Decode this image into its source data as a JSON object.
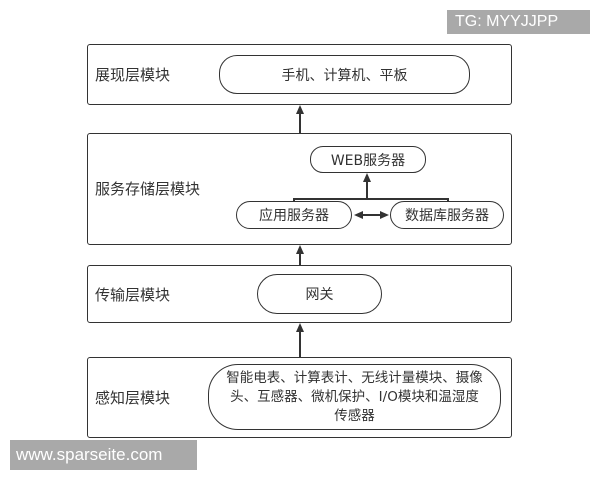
{
  "watermarks": {
    "top_right": "TG: MYYJJPP",
    "bottom_left": "www.sparseite.com"
  },
  "layers": [
    {
      "id": "presentation",
      "label": "展现层模块",
      "nodes": [
        {
          "id": "devices",
          "text": "手机、计算机、平板"
        }
      ]
    },
    {
      "id": "service-storage",
      "label": "服务存储层模块",
      "nodes": [
        {
          "id": "web-server",
          "text": "WEB服务器"
        },
        {
          "id": "app-server",
          "text": "应用服务器"
        },
        {
          "id": "db-server",
          "text": "数据库服务器"
        }
      ]
    },
    {
      "id": "transport",
      "label": "传输层模块",
      "nodes": [
        {
          "id": "gateway",
          "text": "网关"
        }
      ]
    },
    {
      "id": "perception",
      "label": "感知层模块",
      "nodes": [
        {
          "id": "sensors",
          "text": "智能电表、计算表计、无线计量模块、摄像头、互感器、微机保护、I/O模块和温湿度传感器",
          "lines": [
            "智能电表、计算表计、无线计量模块、摄像",
            "头、互感器、微机保护、I/O模块和温湿度",
            "传感器"
          ]
        }
      ]
    }
  ],
  "edges": [
    {
      "from": "sensors",
      "to": "gateway",
      "type": "arrow"
    },
    {
      "from": "gateway",
      "to": "service-storage",
      "type": "arrow"
    },
    {
      "from": "app-server",
      "to": "web-server",
      "type": "arrow"
    },
    {
      "from": "db-server",
      "to": "web-server",
      "type": "arrow"
    },
    {
      "from": "app-server",
      "to": "db-server",
      "type": "bidirectional"
    },
    {
      "from": "service-storage",
      "to": "devices",
      "type": "arrow"
    }
  ],
  "colors": {
    "stroke": "#333333",
    "watermark_bg": "#a9a9a9",
    "watermark_text": "#ffffff"
  }
}
